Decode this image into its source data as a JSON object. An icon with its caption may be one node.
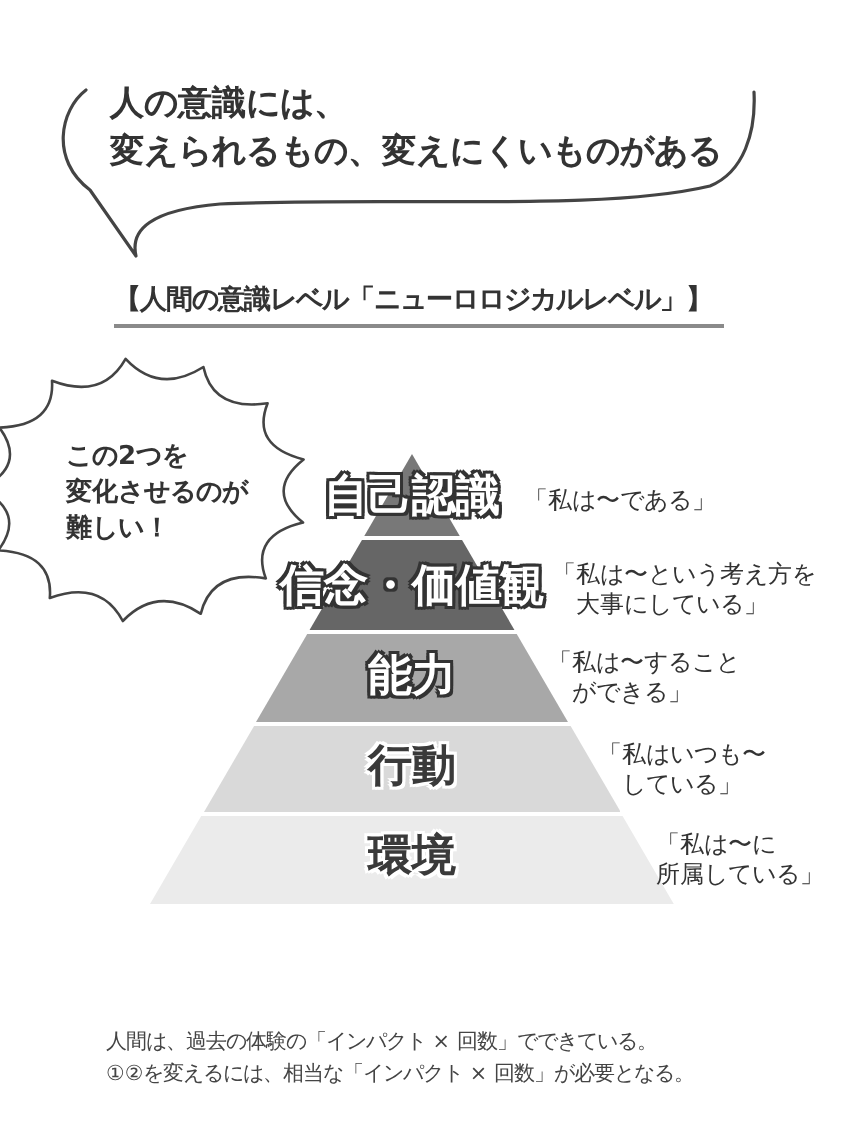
{
  "diagram": {
    "title": "【人間の意識レベル「ニューロロジカルレベル」】",
    "nodes": [
      {
        "text": [
          "人の意識には、変えられるもの、変えにくいものがある"
        ]
      },
      {
        "text": [
          "この2つを変化させるのが難しい！"
        ]
      },
      {
        "text": [
          "自己認識"
        ]
      },
      {
        "text": [
          "信念・価値観"
        ]
      },
      {
        "text": [
          "能力"
        ],
        "beside": [
          "「私は〜することができる」"
        ]
      },
      {
        "text": [
          "行動"
        ],
        "beside": [
          "「私はいつも〜している」"
        ]
      },
      {
        "text": [
          "環境"
        ],
        "beside": [
          "「私は〜に所属している」"
        ]
      }
    ],
    "labels": [
      "「私は〜である」",
      "「私は〜という考え方を大事にしている」",
      "人間は、過去の体験の「インパクト × 回数」でできている。",
      "①②を変えるには、相当な「インパクト × 回数」が必要となる。"
    ]
  }
}
